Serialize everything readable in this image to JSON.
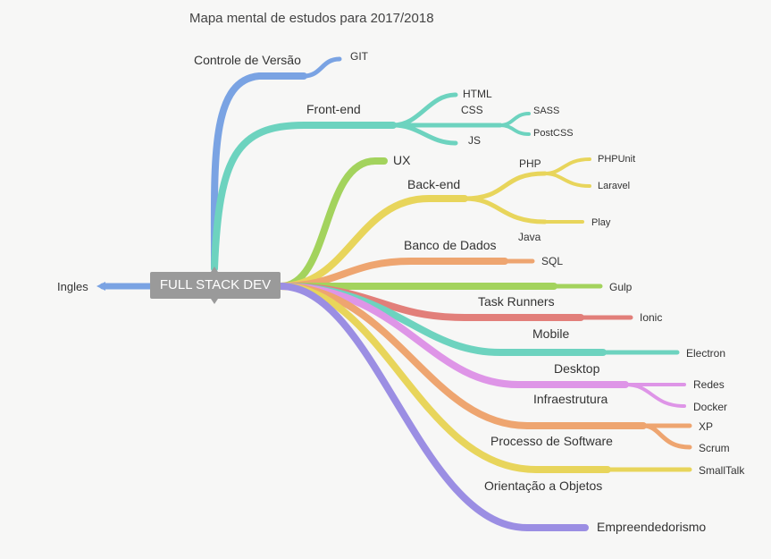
{
  "title": "Mapa mental de estudos para 2017/2018",
  "root": "FULL STACK DEV",
  "colors": {
    "blue": "#7aa3e3",
    "teal": "#6dd3bf",
    "green": "#a3d35d",
    "yellow": "#e8d55b",
    "orange": "#eea570",
    "red": "#e27f7a",
    "pink": "#de95e7",
    "purple": "#9b8ee3",
    "root": "#9a9a9a"
  },
  "nodes": {
    "ingles": "Ingles",
    "controle_versao": "Controle de Versão",
    "git": "GIT",
    "front_end": "Front-end",
    "html": "HTML",
    "css": "CSS",
    "sass": "SASS",
    "postcss": "PostCSS",
    "js": "JS",
    "ux": "UX",
    "back_end": "Back-end",
    "php": "PHP",
    "phpunit": "PHPUnit",
    "laravel": "Laravel",
    "java": "Java",
    "play": "Play",
    "banco_dados": "Banco de Dados",
    "sql": "SQL",
    "gulp": "Gulp",
    "task_runners": "Task Runners",
    "ionic": "Ionic",
    "mobile": "Mobile",
    "electron": "Electron",
    "desktop": "Desktop",
    "redes": "Redes",
    "docker": "Docker",
    "infraestrutura": "Infraestrutura",
    "xp": "XP",
    "scrum": "Scrum",
    "processo_software": "Processo de Software",
    "smalltalk": "SmallTalk",
    "orientacao_objetos": "Orientação a Objetos",
    "empreendedorismo": "Empreendedorismo"
  }
}
